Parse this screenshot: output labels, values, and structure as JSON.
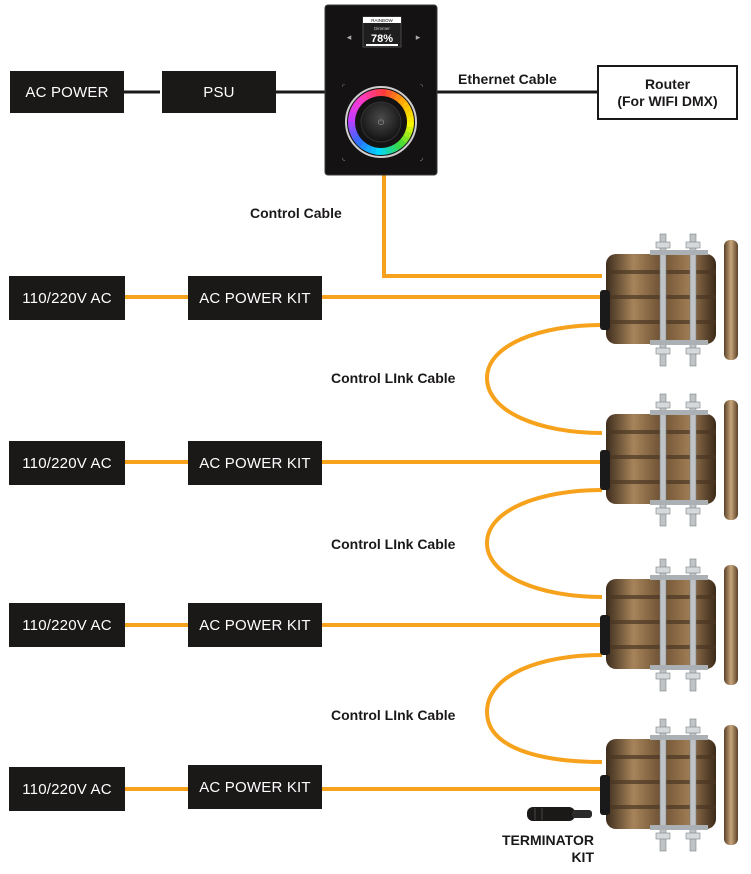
{
  "controller": {
    "brand": "RAINBOW",
    "mode": "Dimmer",
    "value": "78%",
    "wheel_colors": [
      "#ff3b3b",
      "#ffb400",
      "#f7f700",
      "#3cd93c",
      "#00d5ff",
      "#2f6bff",
      "#c43cff",
      "#ff3bc8",
      "#ff3b3b"
    ]
  },
  "blocks": {
    "ac_power": "AC POWER",
    "psu": "PSU",
    "router_line1": "Router",
    "router_line2": "(For WIFI DMX)"
  },
  "cables": {
    "ethernet": "Ethernet Cable",
    "control": "Control Cable",
    "link": "Control LInk Cable"
  },
  "rows": [
    {
      "ac": "110/220V AC",
      "kit": "AC POWER KIT"
    },
    {
      "ac": "110/220V AC",
      "kit": "AC POWER KIT"
    },
    {
      "ac": "110/220V AC",
      "kit": "AC POWER KIT"
    },
    {
      "ac": "110/220V AC",
      "kit": "AC POWER KIT"
    }
  ],
  "terminator": {
    "line1": "TERMINATOR",
    "line2": "KIT"
  },
  "colors": {
    "cable": "#f7a21c",
    "block": "#1b1818",
    "bronze": "#8a6a45"
  }
}
